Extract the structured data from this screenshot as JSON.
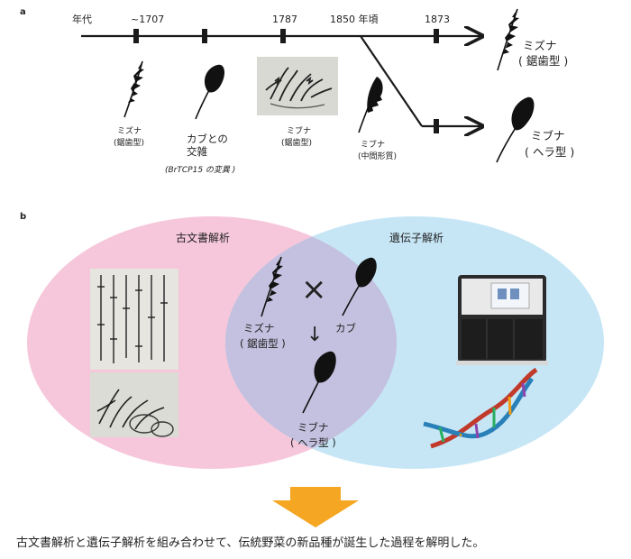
{
  "panel_a": {
    "panel_letter": "a",
    "axis_start": "年代",
    "ticks": [
      "~1707",
      "1787",
      "1850 年頃",
      "1873"
    ],
    "item_mizuna_early": {
      "line1": "ミズナ",
      "line2": "(鋸歯型)"
    },
    "item_turnip_cross": {
      "line1": "カブとの",
      "line2": "交雑",
      "line3": "(BrTCP15 の変異 )"
    },
    "item_mibuna_1787": {
      "line1": "ミブナ",
      "line2": "(鋸歯型)"
    },
    "item_mibuna_mid": {
      "line1": "ミブナ",
      "line2": "(中間形質)"
    },
    "end_mizuna": {
      "line1": "ミズナ",
      "line2": "( 鋸歯型 )"
    },
    "end_mibuna": {
      "line1": "ミブナ",
      "line2": "( ヘラ型 )"
    }
  },
  "panel_b": {
    "panel_letter": "b",
    "left_title": "古文書解析",
    "right_title": "遺伝子解析",
    "cross_symbol": "×",
    "arrow_symbol": "↓",
    "mizuna": {
      "line1": "ミズナ",
      "line2": "( 鋸歯型 )"
    },
    "turnip": "カブ",
    "mibuna": {
      "line1": "ミブナ",
      "line2": "( ヘラ型 )"
    }
  },
  "footer": "古文書解析と遺伝子解析を組み合わせて、伝統野菜の新品種が誕生した過程を解明した。",
  "colors": {
    "venn_left": "#f6c7da",
    "venn_right": "#c6e6f6",
    "venn_overlap": "#c4c0df",
    "arrow": "#f5a623",
    "timeline": "#1a1a1a"
  }
}
